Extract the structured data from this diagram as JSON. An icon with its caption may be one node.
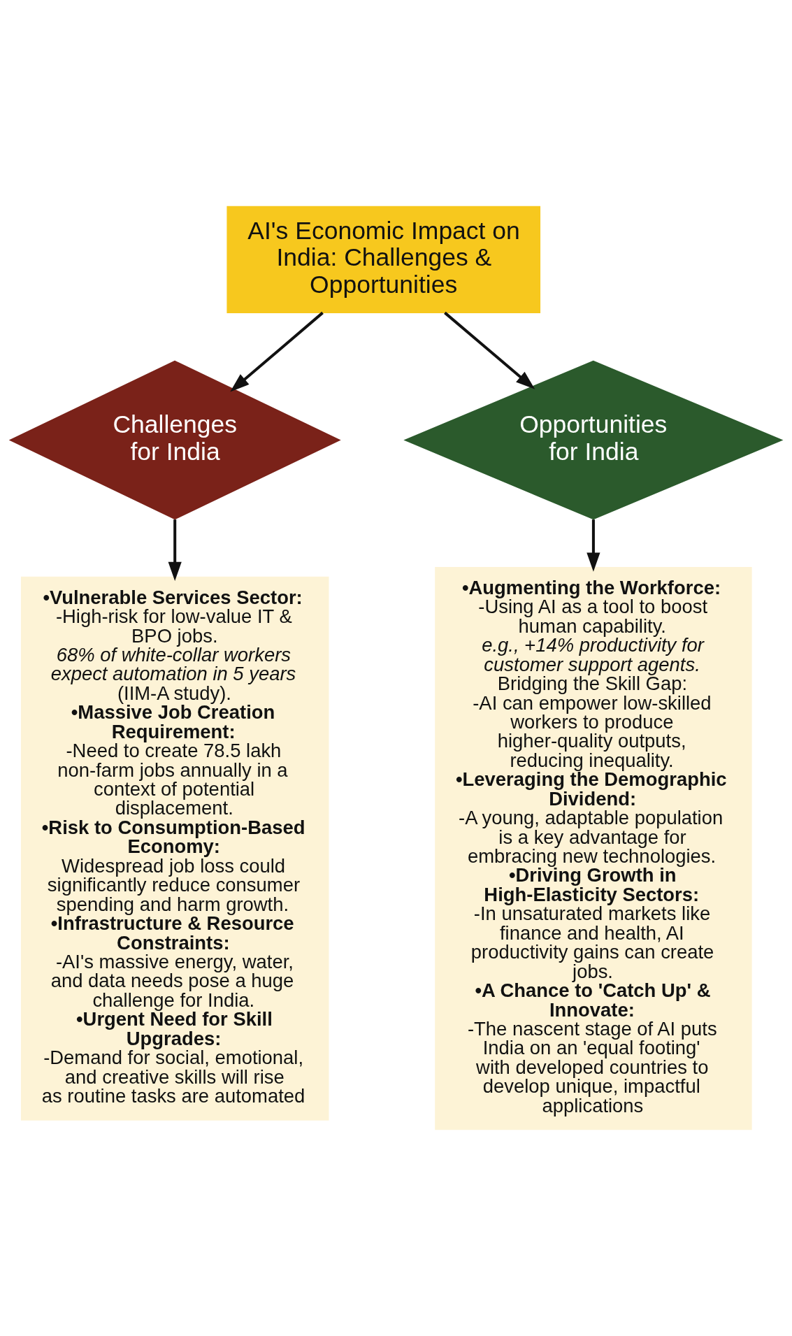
{
  "diagram": {
    "nodes": [
      {
        "text": [
          "AI's Economic Impact on India: Challenges & Opportunities"
        ]
      },
      {
        "text": [
          "Challenges for India"
        ]
      },
      {
        "text": [
          "Opportunities for India"
        ]
      },
      {
        "text": [
          "•Vulnerable Services Sector:",
          "-High-risk for low-value IT & BPO jobs.",
          "68% of white-collar workers expect automation in 5 years",
          "(IIM-A study).",
          "•Massive Job Creation Requirement:",
          "-Need to create 78.5 lakh non-farm jobs annually in a context of potential displacement.",
          "•Risk to Consumption-Based Economy:",
          "Widespread job loss could significantly reduce consumer spending and harm growth.",
          "•Infrastructure & Resource Constraints:",
          "-AI's massive energy, water, and data needs pose a huge challenge for India.",
          "•Urgent Need for Skill Upgrades:",
          "-Demand for social, emotional, and creative skills will rise as routine tasks are automated"
        ]
      },
      {
        "text": [
          "•Augmenting the Workforce:",
          "-Using AI as a tool to boost human capability.",
          "e.g., +14% productivity for customer support agents.",
          "Bridging the Skill Gap:",
          "-AI can empower low-skilled workers to produce higher-quality outputs, reducing inequality.",
          "•Leveraging the Demographic Dividend:",
          "-A young, adaptable population is a key advantage for embracing new technologies.",
          "•Driving Growth in High-Elasticity Sectors:",
          "-In unsaturated markets like finance and health, AI productivity gains can create jobs.",
          "•A Chance to 'Catch Up' & Innovate:",
          "-The nascent stage of AI puts India on an 'equal footing' with developed countries to develop unique, impactful applications"
        ]
      }
    ],
    "edges": [
      {
        "from": 0,
        "to": 1,
        "arrow": "to"
      },
      {
        "from": 0,
        "to": 2,
        "arrow": "to"
      },
      {
        "from": 1,
        "to": 3,
        "arrow": "to"
      },
      {
        "from": 2,
        "to": 4,
        "arrow": "to"
      }
    ]
  }
}
